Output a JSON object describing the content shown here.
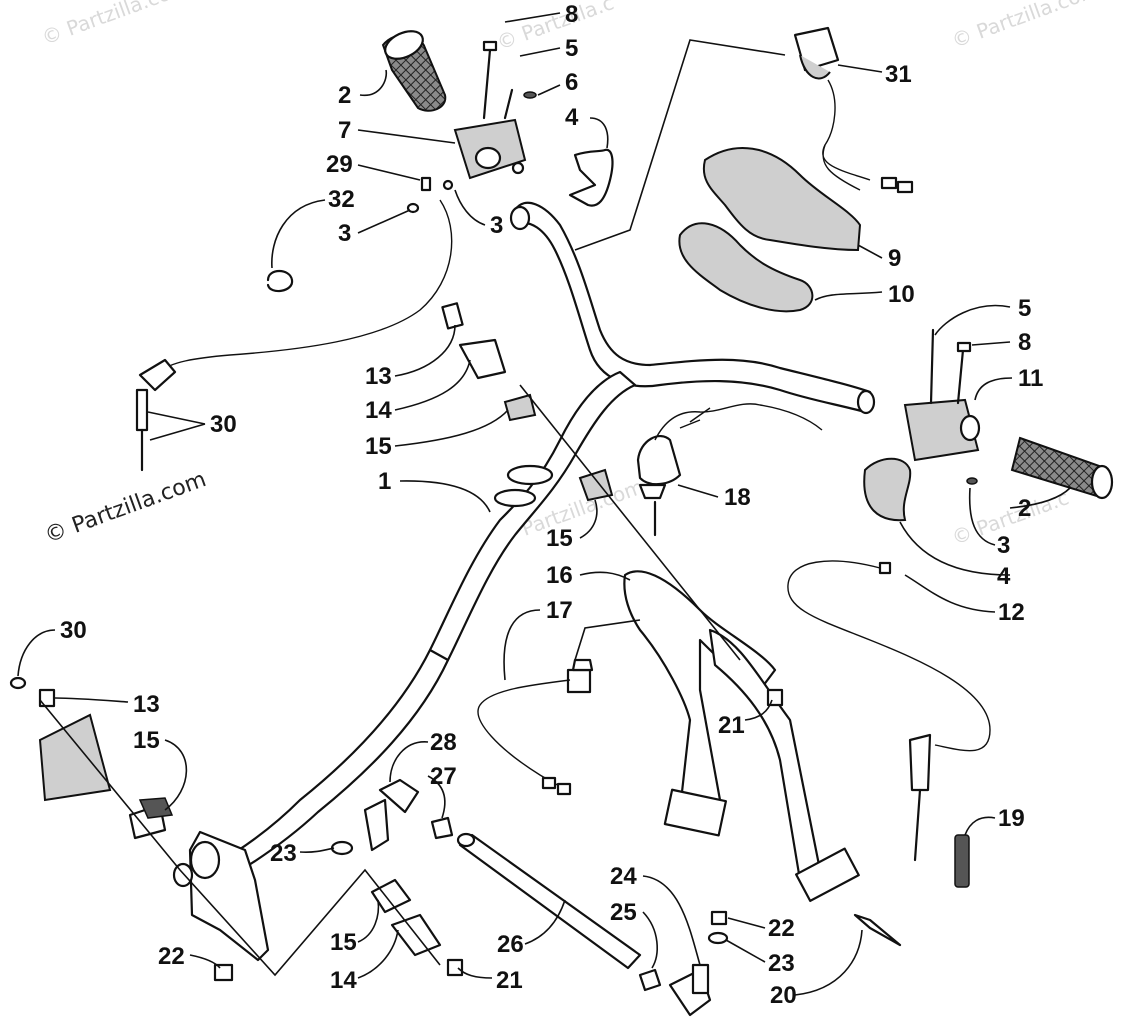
{
  "watermarks": {
    "main": "© Partzilla.com",
    "faint_top_left": "© Partzilla.com",
    "faint_top_right": "© Partzilla.com",
    "faint_mid": "© Partzilla.com",
    "faint_center": "© Partzilla.c",
    "faint_right": "© Partzilla.c"
  },
  "callouts": [
    {
      "id": "c8a",
      "label": "8"
    },
    {
      "id": "c5a",
      "label": "5"
    },
    {
      "id": "c6",
      "label": "6"
    },
    {
      "id": "c2a",
      "label": "2"
    },
    {
      "id": "c4a",
      "label": "4"
    },
    {
      "id": "c7",
      "label": "7"
    },
    {
      "id": "c29",
      "label": "29"
    },
    {
      "id": "c32",
      "label": "32"
    },
    {
      "id": "c3a",
      "label": "3"
    },
    {
      "id": "c3b",
      "label": "3"
    },
    {
      "id": "c31",
      "label": "31"
    },
    {
      "id": "c9",
      "label": "9"
    },
    {
      "id": "c10",
      "label": "10"
    },
    {
      "id": "c5b",
      "label": "5"
    },
    {
      "id": "c8b",
      "label": "8"
    },
    {
      "id": "c11",
      "label": "11"
    },
    {
      "id": "c13a",
      "label": "13"
    },
    {
      "id": "c14a",
      "label": "14"
    },
    {
      "id": "c15a",
      "label": "15"
    },
    {
      "id": "c30a",
      "label": "30"
    },
    {
      "id": "c1",
      "label": "1"
    },
    {
      "id": "c18",
      "label": "18"
    },
    {
      "id": "c2b",
      "label": "2"
    },
    {
      "id": "c3c",
      "label": "3"
    },
    {
      "id": "c15b",
      "label": "15"
    },
    {
      "id": "c16",
      "label": "16"
    },
    {
      "id": "c4b",
      "label": "4"
    },
    {
      "id": "c12",
      "label": "12"
    },
    {
      "id": "c17",
      "label": "17"
    },
    {
      "id": "c30b",
      "label": "30"
    },
    {
      "id": "c13b",
      "label": "13"
    },
    {
      "id": "c15c",
      "label": "15"
    },
    {
      "id": "c21a",
      "label": "21"
    },
    {
      "id": "c28",
      "label": "28"
    },
    {
      "id": "c27",
      "label": "27"
    },
    {
      "id": "c19",
      "label": "19"
    },
    {
      "id": "c23a",
      "label": "23"
    },
    {
      "id": "c24",
      "label": "24"
    },
    {
      "id": "c25",
      "label": "25"
    },
    {
      "id": "c22a",
      "label": "22"
    },
    {
      "id": "c23b",
      "label": "23"
    },
    {
      "id": "c15d",
      "label": "15"
    },
    {
      "id": "c26",
      "label": "26"
    },
    {
      "id": "c22b",
      "label": "22"
    },
    {
      "id": "c14b",
      "label": "14"
    },
    {
      "id": "c21b",
      "label": "21"
    },
    {
      "id": "c20",
      "label": "20"
    }
  ]
}
